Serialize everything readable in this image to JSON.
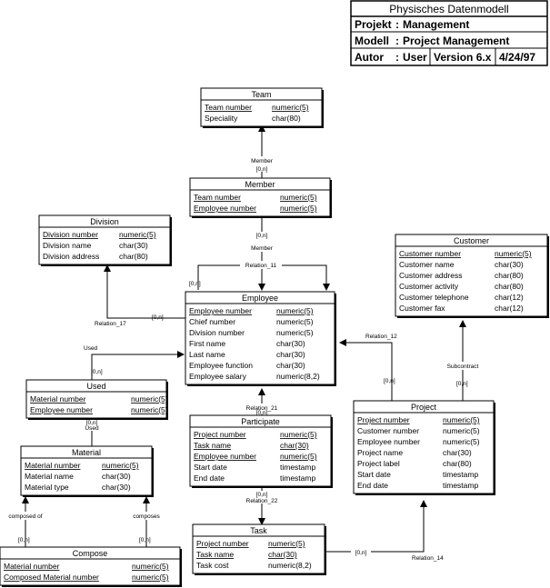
{
  "title_block": {
    "heading": "Physisches Datenmodell",
    "projekt_label": "Projekt",
    "projekt_value": "Management",
    "modell_label": "Modell",
    "modell_value": "Project Management",
    "autor_label": "Autor",
    "autor_value": "User",
    "version": "Version 6.x",
    "date": "4/24/97"
  },
  "entities": [
    {
      "id": "team",
      "title": "Team",
      "attrs": [
        {
          "name": "Team number",
          "type": "numeric(5)",
          "key": true
        },
        {
          "name": "Speciality",
          "type": "char(80)",
          "key": false
        }
      ]
    },
    {
      "id": "member",
      "title": "Member",
      "attrs": [
        {
          "name": "Team number",
          "type": "numeric(5)",
          "key": true
        },
        {
          "name": "Employee number",
          "type": "numeric(5)",
          "key": true
        }
      ]
    },
    {
      "id": "division",
      "title": "Division",
      "attrs": [
        {
          "name": "Division number",
          "type": "numeric(5)",
          "key": true
        },
        {
          "name": "Division name",
          "type": "char(30)",
          "key": false
        },
        {
          "name": "Division address",
          "type": "char(80)",
          "key": false
        }
      ]
    },
    {
      "id": "customer",
      "title": "Customer",
      "attrs": [
        {
          "name": "Customer number",
          "type": "numeric(5)",
          "key": true
        },
        {
          "name": "Customer name",
          "type": "char(30)",
          "key": false
        },
        {
          "name": "Customer address",
          "type": "char(80)",
          "key": false
        },
        {
          "name": "Customer activity",
          "type": "char(80)",
          "key": false
        },
        {
          "name": "Customer telephone",
          "type": "char(12)",
          "key": false
        },
        {
          "name": "Customer fax",
          "type": "char(12)",
          "key": false
        }
      ]
    },
    {
      "id": "employee",
      "title": "Employee",
      "attrs": [
        {
          "name": "Employee number",
          "type": "numeric(5)",
          "key": true
        },
        {
          "name": "Chief number",
          "type": "numeric(5)",
          "key": false
        },
        {
          "name": "Division number",
          "type": "numeric(5)",
          "key": false
        },
        {
          "name": "First name",
          "type": "char(30)",
          "key": false
        },
        {
          "name": "Last name",
          "type": "char(30)",
          "key": false
        },
        {
          "name": "Employee function",
          "type": "char(30)",
          "key": false
        },
        {
          "name": "Employee salary",
          "type": "numeric(8,2)",
          "key": false
        }
      ]
    },
    {
      "id": "used",
      "title": "Used",
      "attrs": [
        {
          "name": "Material number",
          "type": "numeric(5)",
          "key": true
        },
        {
          "name": "Employee number",
          "type": "numeric(5)",
          "key": true
        }
      ]
    },
    {
      "id": "participate",
      "title": "Participate",
      "attrs": [
        {
          "name": "Project number",
          "type": "numeric(5)",
          "key": true
        },
        {
          "name": "Task name",
          "type": "char(30)",
          "key": true
        },
        {
          "name": "Employee number",
          "type": "numeric(5)",
          "key": true
        },
        {
          "name": "Start date",
          "type": "timestamp",
          "key": false
        },
        {
          "name": "End date",
          "type": "timestamp",
          "key": false
        }
      ]
    },
    {
      "id": "project",
      "title": "Project",
      "attrs": [
        {
          "name": "Project number",
          "type": "numeric(5)",
          "key": true
        },
        {
          "name": "Customer number",
          "type": "numeric(5)",
          "key": false
        },
        {
          "name": "Employee number",
          "type": "numeric(5)",
          "key": false
        },
        {
          "name": "Project name",
          "type": "char(30)",
          "key": false
        },
        {
          "name": "Project label",
          "type": "char(80)",
          "key": false
        },
        {
          "name": "Start date",
          "type": "timestamp",
          "key": false
        },
        {
          "name": "End date",
          "type": "timestamp",
          "key": false
        }
      ]
    },
    {
      "id": "material",
      "title": "Material",
      "attrs": [
        {
          "name": "Material number",
          "type": "numeric(5)",
          "key": true
        },
        {
          "name": "Material name",
          "type": "char(30)",
          "key": false
        },
        {
          "name": "Material type",
          "type": "char(30)",
          "key": false
        }
      ]
    },
    {
      "id": "task",
      "title": "Task",
      "attrs": [
        {
          "name": "Project number",
          "type": "numeric(5)",
          "key": true
        },
        {
          "name": "Task name",
          "type": "char(30)",
          "key": true
        },
        {
          "name": "Task cost",
          "type": "numeric(8,2)",
          "key": false
        }
      ]
    },
    {
      "id": "compose",
      "title": "Compose",
      "attrs": [
        {
          "name": "Material number",
          "type": "numeric(5)",
          "key": true
        },
        {
          "name": "Composed Material number",
          "type": "numeric(5)",
          "key": true
        }
      ]
    }
  ],
  "labels": {
    "member_role_team": "Member",
    "member_card_team": "[0,n]",
    "member_role_emp": "Member",
    "member_card_emp": "[0,n]",
    "relation_11": "Relation_11",
    "card_rel11": "[0,n]",
    "relation_17": "Relation_17",
    "card_rel17": "[0,n]",
    "relation_12": "Relation_12",
    "card_rel12": "[0,n]",
    "subcontract": "Subcontract",
    "card_subcontract": "[0,n]",
    "used_role_emp": "Used",
    "used_card_emp": "[0,n]",
    "used_role_mat": "Used",
    "used_card_mat": "[0,n]",
    "relation_21": "Relation_21",
    "card_rel21": "[0,n]",
    "relation_22": "Relation_22",
    "card_rel22": "[0,n]",
    "relation_14": "Relation_14",
    "card_rel14": "[0,n]",
    "composed_of": "composed of",
    "card_composed_of": "[0,n]",
    "composes": "composes",
    "card_composes": "[0,n]"
  }
}
